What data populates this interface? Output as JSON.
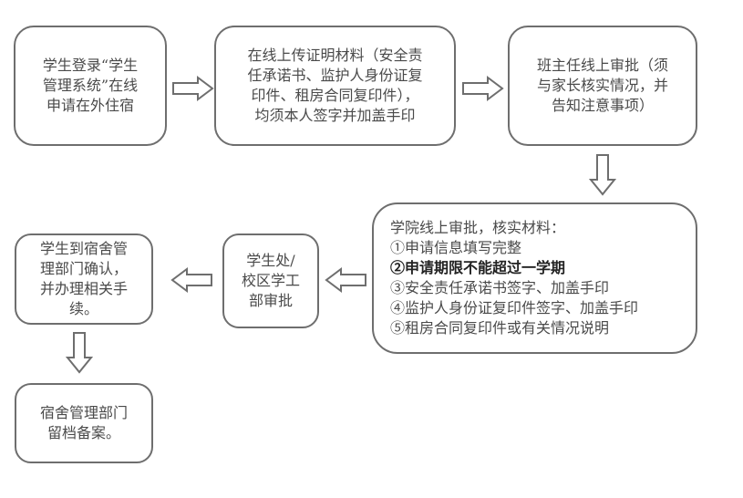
{
  "flowchart": {
    "nodes": {
      "login": {
        "lines": [
          "学生登录“学生",
          "管理系统”在线",
          "申请在外住宿"
        ]
      },
      "upload": {
        "lines": [
          "在线上传证明材料（安全责",
          "任承诺书、监护人身份证复",
          "印件、租房合同复印件），",
          "均须本人签字并加盖手印"
        ]
      },
      "teacher": {
        "lines": [
          "班主任线上审批（须",
          "与家长核实情况，并",
          "告知注意事项）"
        ]
      },
      "college": {
        "title": "学院线上审批，核实材料：",
        "items": [
          {
            "text": "①申请信息填写完整",
            "emphasis": false
          },
          {
            "text": "②申请期限不能超过一学期",
            "emphasis": true
          },
          {
            "text": "③安全责任承诺书签字、加盖手印",
            "emphasis": false
          },
          {
            "text": "④监护人身份证复印件签字、加盖手印",
            "emphasis": false
          },
          {
            "text": "⑤租房合同复印件或有关情况说明",
            "emphasis": false
          }
        ]
      },
      "office": {
        "lines": [
          "学生处/",
          "校区学工",
          "部审批"
        ]
      },
      "dorm_confirm": {
        "lines": [
          "学生到宿舍管",
          "理部门确认，",
          "并办理相关手",
          "续。"
        ]
      },
      "archive": {
        "lines": [
          "宿舍管理部门",
          "留档备案。"
        ]
      }
    },
    "edges": [
      {
        "from": "login",
        "to": "upload",
        "direction": "right"
      },
      {
        "from": "upload",
        "to": "teacher",
        "direction": "right"
      },
      {
        "from": "teacher",
        "to": "college",
        "direction": "down"
      },
      {
        "from": "college",
        "to": "office",
        "direction": "left"
      },
      {
        "from": "office",
        "to": "dorm_confirm",
        "direction": "left"
      },
      {
        "from": "dorm_confirm",
        "to": "archive",
        "direction": "down"
      }
    ]
  },
  "colors": {
    "border": "#6e6e6e",
    "text": "#4a4a4a",
    "emphasis_text": "#222222"
  }
}
